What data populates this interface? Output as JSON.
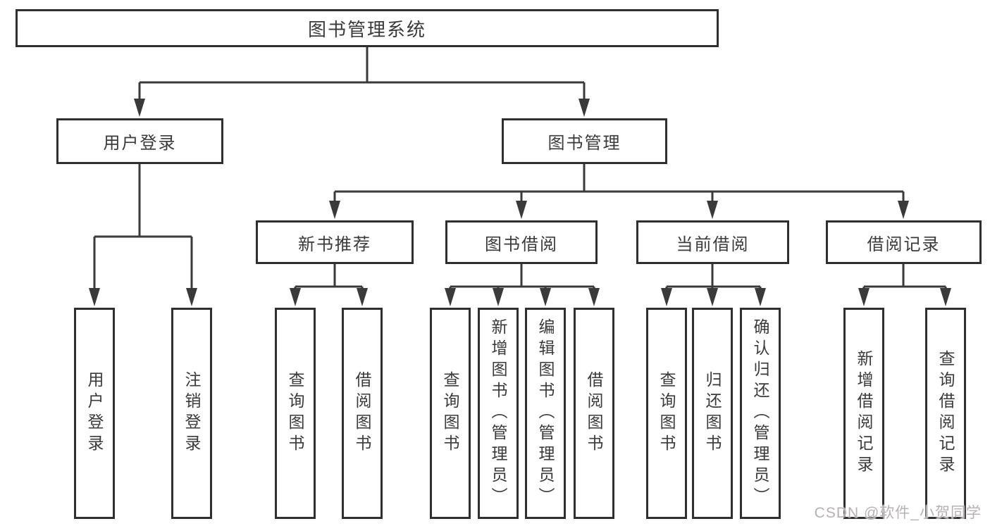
{
  "diagram": {
    "title": "图书管理系统",
    "watermark": "CSDN @软件_小贺同学",
    "colors": {
      "background": "#ffffff",
      "box_border": "#2f2f2f",
      "line": "#3a3a3a",
      "text": "#3a3a3a",
      "watermark": "#b7b1b1"
    },
    "nodes": {
      "root": {
        "label": "图书管理系统"
      },
      "level2": [
        {
          "label": "用户登录"
        },
        {
          "label": "图书管理"
        }
      ],
      "level3": [
        {
          "label": "新书推荐"
        },
        {
          "label": "图书借阅"
        },
        {
          "label": "当前借阅"
        },
        {
          "label": "借阅记录"
        }
      ],
      "leaves": [
        {
          "label": "用户登录"
        },
        {
          "label": "注销登录"
        },
        {
          "label": "查询图书"
        },
        {
          "label": "借阅图书"
        },
        {
          "label": "查询图书"
        },
        {
          "label": "新增图书（管理员）"
        },
        {
          "label": "编辑图书（管理员）"
        },
        {
          "label": "借阅图书"
        },
        {
          "label": "查询图书"
        },
        {
          "label": "归还图书"
        },
        {
          "label": "确认归还（管理员）"
        },
        {
          "label": "新增借阅记录"
        },
        {
          "label": "查询借阅记录"
        }
      ]
    },
    "hierarchy": {
      "图书管理系统": [
        "用户登录",
        "图书管理"
      ],
      "用户登录": [
        "用户登录",
        "注销登录"
      ],
      "图书管理": [
        "新书推荐",
        "图书借阅",
        "当前借阅",
        "借阅记录"
      ],
      "新书推荐": [
        "查询图书",
        "借阅图书"
      ],
      "图书借阅": [
        "查询图书",
        "新增图书（管理员）",
        "编辑图书（管理员）",
        "借阅图书"
      ],
      "当前借阅": [
        "查询图书",
        "归还图书",
        "确认归还（管理员）"
      ],
      "借阅记录": [
        "新增借阅记录",
        "查询借阅记录"
      ]
    }
  }
}
